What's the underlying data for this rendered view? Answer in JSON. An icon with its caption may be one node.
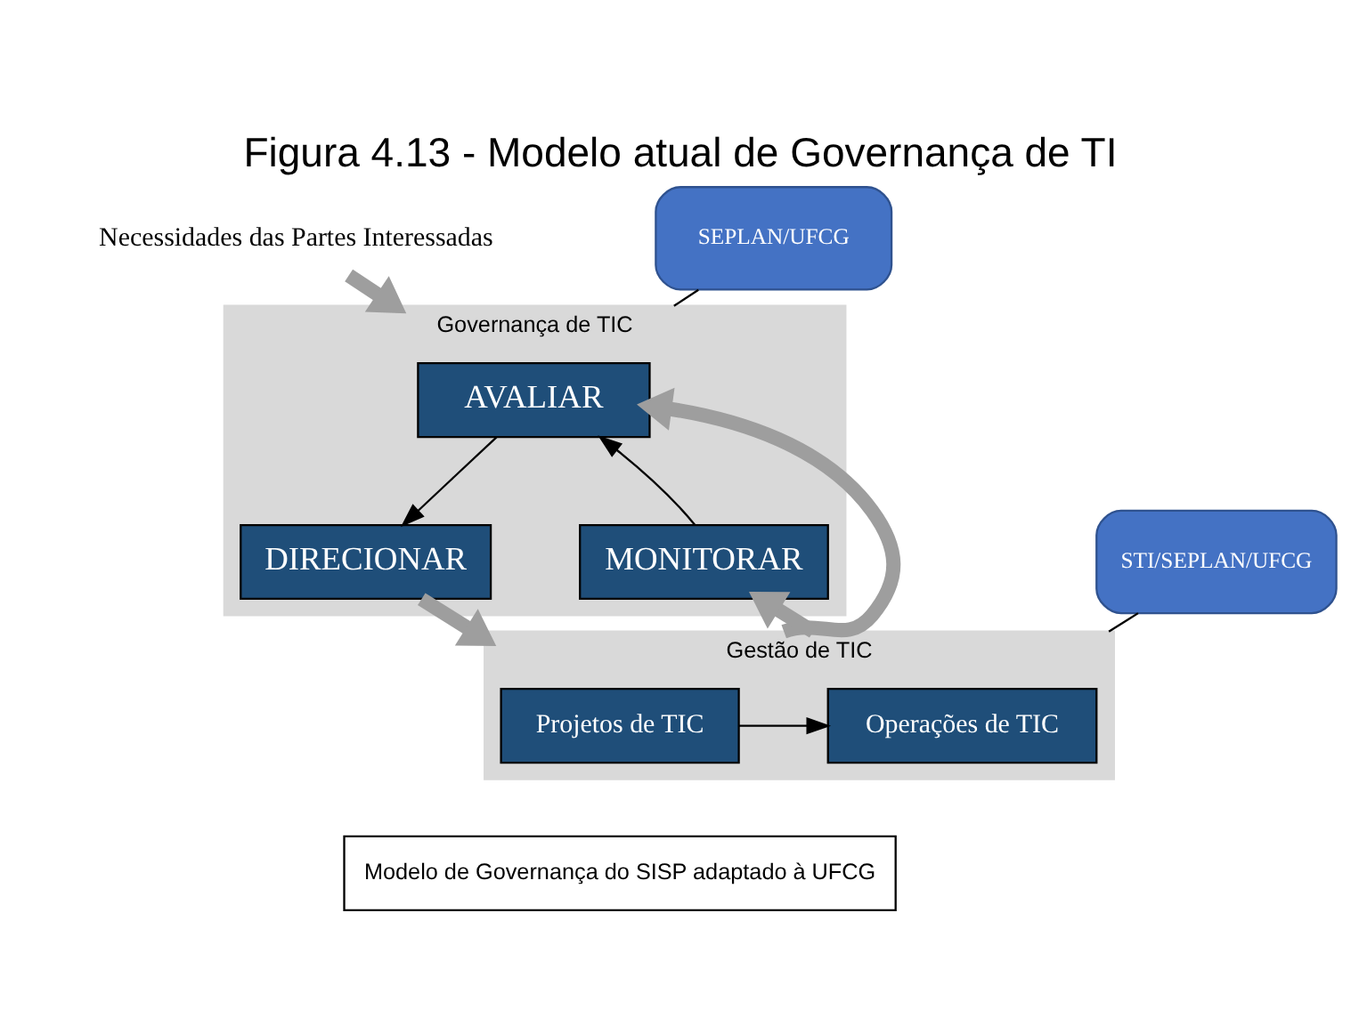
{
  "diagram": {
    "title": "Figura 4.13 - Modelo atual de Governança de TI",
    "nodes": [
      {
        "text": [
          "Necessidades das Partes Interessadas"
        ]
      },
      {
        "text": [
          "Governança de TIC"
        ]
      },
      {
        "text": [
          "AVALIAR"
        ],
        "in": 1
      },
      {
        "text": [
          "DIRECIONAR"
        ],
        "in": 1
      },
      {
        "text": [
          "MONITORAR"
        ],
        "in": 1
      },
      {
        "text": [
          "Gestão de TIC"
        ]
      },
      {
        "text": [
          "Projetos de TIC"
        ],
        "in": 5
      },
      {
        "text": [
          "Operações de TIC"
        ],
        "in": 5
      },
      {
        "text": [
          "SEPLAN/UFCG"
        ]
      },
      {
        "text": [
          "STI/SEPLAN/UFCG"
        ]
      },
      {
        "text": [
          "Modelo de Governança do SISP adaptado à UFCG"
        ]
      }
    ],
    "edges": [
      {
        "from": 0,
        "to": 1,
        "arrow": "to",
        "style": "thick",
        "color": "#9e9e9e"
      },
      {
        "from": 2,
        "to": 3,
        "arrow": "to"
      },
      {
        "from": 4,
        "to": 2,
        "arrow": "to"
      },
      {
        "from": 3,
        "to": 5,
        "arrow": "to",
        "style": "thick",
        "color": "#9e9e9e"
      },
      {
        "from": 5,
        "to": 4,
        "arrow": "to",
        "style": "thick",
        "color": "#9e9e9e"
      },
      {
        "from": 5,
        "to": 2,
        "arrow": "to",
        "style": "thick",
        "color": "#9e9e9e"
      },
      {
        "from": 6,
        "to": 7,
        "arrow": "to"
      },
      {
        "from": 8,
        "to": 1,
        "arrow": "none"
      },
      {
        "from": 9,
        "to": 5,
        "arrow": "none"
      }
    ]
  }
}
